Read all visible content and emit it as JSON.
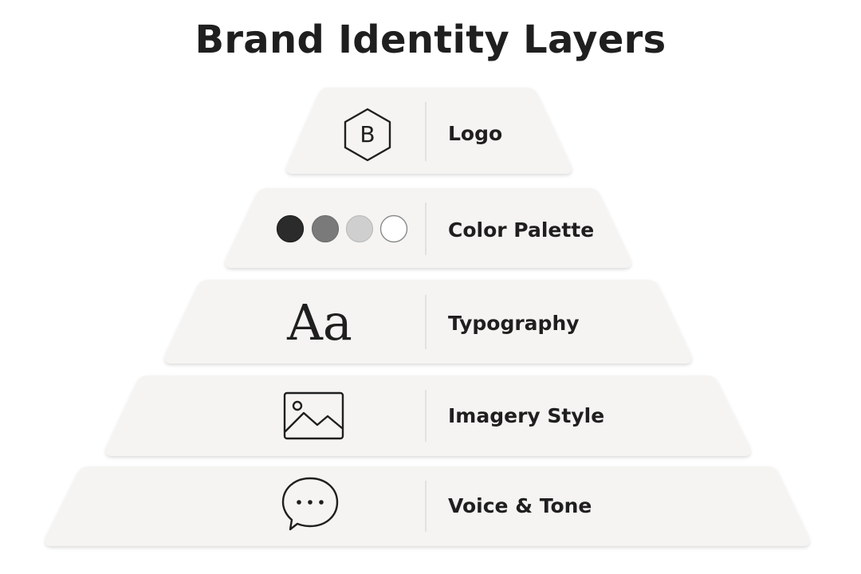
{
  "title": "Brand Identity Layers",
  "layers": [
    {
      "label": "Logo",
      "icon": "hexagon-letter-icon",
      "icon_text": "B"
    },
    {
      "label": "Color Palette",
      "icon": "color-swatches-icon",
      "swatches": [
        "#2b2b2b",
        "#7a7a7a",
        "#cfcfcf",
        "#ffffff"
      ]
    },
    {
      "label": "Typography",
      "icon": "typography-icon",
      "icon_text": "Aa"
    },
    {
      "label": "Imagery Style",
      "icon": "image-icon"
    },
    {
      "label": "Voice & Tone",
      "icon": "speech-bubble-icon"
    }
  ],
  "colors": {
    "layer_fill": "#f5f4f2",
    "text": "#1f1f1f",
    "divider": "#dddbd8"
  }
}
